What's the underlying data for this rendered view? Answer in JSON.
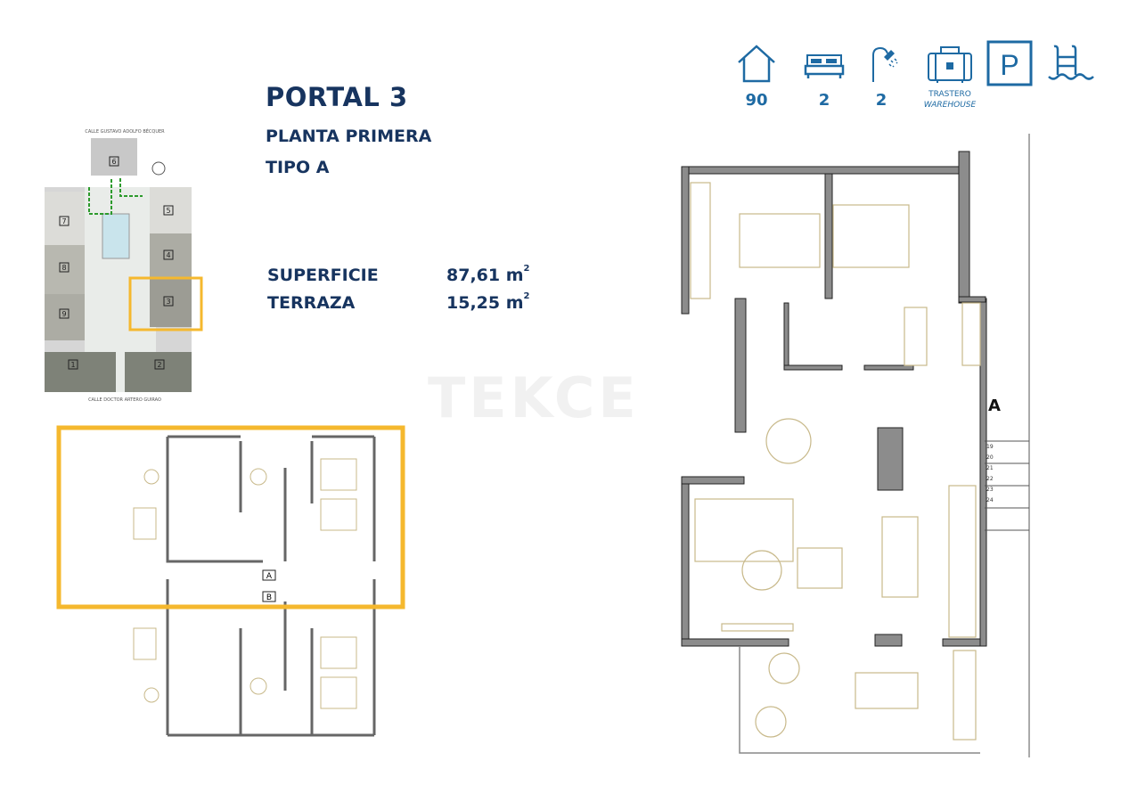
{
  "header": {
    "title": "PORTAL 3",
    "floor": "PLANTA PRIMERA",
    "type": "TIPO A"
  },
  "areas": [
    {
      "label": "SUPERFICIE",
      "value": "87,61 m",
      "unit_sup": "2"
    },
    {
      "label": "TERRAZA",
      "value": "15,25 m",
      "unit_sup": "2"
    }
  ],
  "features": [
    {
      "icon": "house-icon",
      "value": "90"
    },
    {
      "icon": "bed-icon",
      "value": "2"
    },
    {
      "icon": "shower-icon",
      "value": "2"
    },
    {
      "icon": "storage-icon",
      "label": "TRASTERO",
      "label_en": "WAREHOUSE"
    },
    {
      "icon": "parking-icon",
      "letter": "P"
    },
    {
      "icon": "pool-icon"
    }
  ],
  "site_plan": {
    "street_top": "CALLE GUSTAVO ADOLFO BÉCQUER",
    "street_bottom": "CALLE DOCTOR ARTERO GUIRAO",
    "blocks": [
      "1",
      "2",
      "3",
      "4",
      "5",
      "6",
      "7",
      "8",
      "9"
    ]
  },
  "floor_key": {
    "labels": [
      "A",
      "B"
    ]
  },
  "main_plan": {
    "unit_label": "A",
    "stair_steps": [
      "19",
      "20",
      "21",
      "22",
      "23",
      "24"
    ]
  },
  "watermark": "TEKCE",
  "colors": {
    "navy": "#17345f",
    "icon_blue": "#1e6aa3",
    "highlight": "#f5b82e",
    "wall": "#8c8c8c",
    "furniture": "#c8b98a"
  }
}
